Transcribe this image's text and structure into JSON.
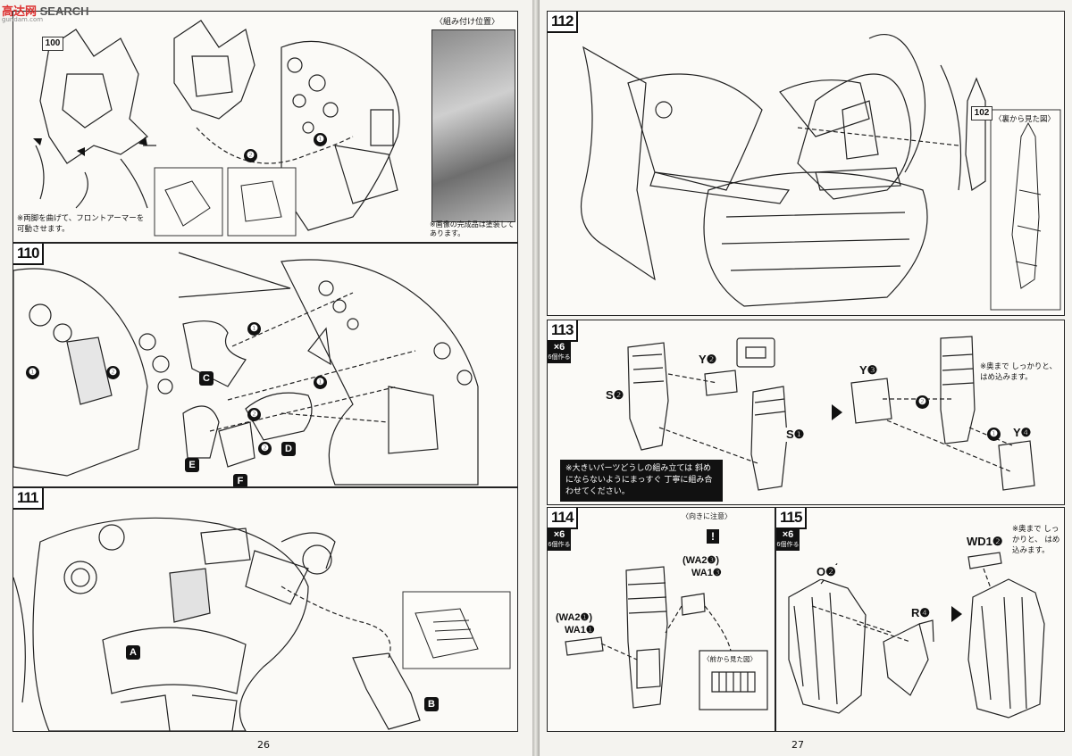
{
  "watermark": {
    "cn": "高达网",
    "latin": "SEARCH",
    "small": "gundam.com"
  },
  "left_page": {
    "page_number": "26",
    "step_100": {
      "ref_number": "100",
      "note": "※両脚を曲げて、フロントアーマーを可動させます。",
      "photo_caption_top": "〈組み付け位置〉",
      "photo_caption_bottom": "※画像の完成品は塗装してあります。",
      "nums": [
        "❶",
        "❷"
      ]
    },
    "step_110": {
      "step": "110",
      "parts": [
        "C",
        "E",
        "F",
        "D"
      ],
      "nums": [
        "❶",
        "❷",
        "❶",
        "❷",
        "❶",
        "❷",
        "❷"
      ]
    },
    "step_111": {
      "step": "111",
      "parts": [
        "A",
        "B"
      ]
    }
  },
  "right_page": {
    "page_number": "27",
    "step_112": {
      "step": "112",
      "ref_number": "102",
      "caption": "〈裏から見た図〉"
    },
    "step_113": {
      "step": "113",
      "mult": "×6",
      "mult_sub": "6個作る",
      "labels": [
        "S❷",
        "Y❷",
        "S❶",
        "Y❸",
        "Y❹"
      ],
      "note": "※奥まで しっかりと、 はめ込みます。",
      "note_box": "※大きいパーツどうしの組み立ては 斜めにならないようにまっすぐ 丁寧に組み合わせてください。",
      "nums": [
        "❷",
        "❶"
      ]
    },
    "step_114": {
      "step": "114",
      "mult": "×6",
      "mult_sub": "6個作る",
      "warning_caption": "〈向きに注意〉",
      "labels": [
        "(WA2❸)",
        "WA1❸",
        "(WA2❶)",
        "WA1❶"
      ],
      "inset_caption": "〈前から見た図〉"
    },
    "step_115": {
      "step": "115",
      "mult": "×6",
      "mult_sub": "6個作る",
      "labels": [
        "O❷",
        "R❹",
        "WD1❷"
      ],
      "note": "※奥まで しっかりと、 はめ込みます。"
    }
  }
}
